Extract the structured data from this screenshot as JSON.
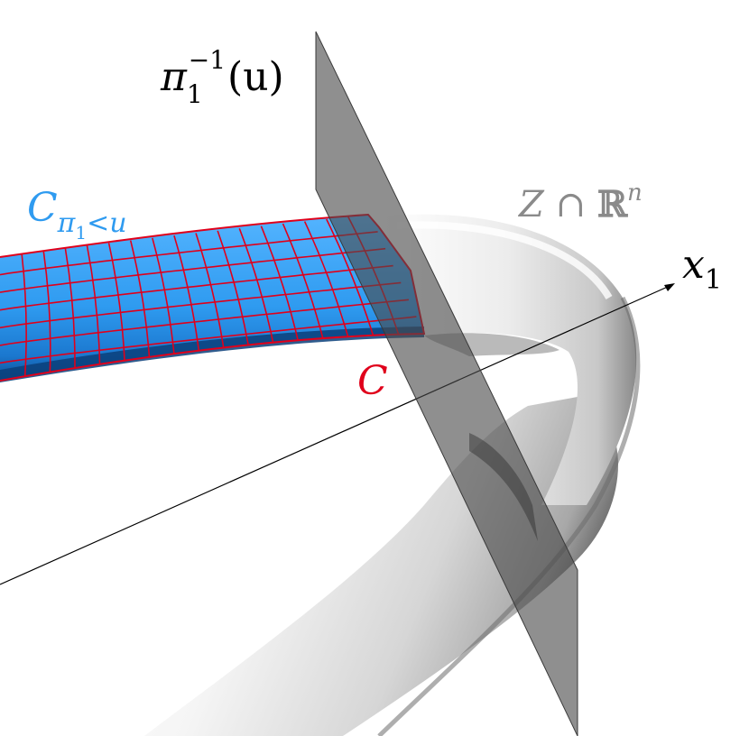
{
  "labels": {
    "fiber": {
      "pi": "π",
      "sub": "1",
      "sup": "−1",
      "arg": "(u)"
    },
    "region": {
      "C": "C",
      "sub_pi": "π",
      "sub_index": "1",
      "sub_rest": "<u"
    },
    "curve": {
      "C": "C"
    },
    "variety": {
      "Z": "Z",
      "cap": " ∩ ",
      "R": "ℝ",
      "sup": "n"
    },
    "axis": {
      "x": "x",
      "sub": "1"
    }
  },
  "colors": {
    "region_fill": "#2f9bf0",
    "region_dark": "#1462b0",
    "grid": "#e0001b",
    "curve_label": "#e0001b",
    "region_label": "#2f9bf0",
    "variety_label": "#8a8a8a",
    "plane": "#5e5e5e",
    "tube_light": "#f4f4f4",
    "tube_dark": "#9a9a9a",
    "text": "#000000"
  }
}
